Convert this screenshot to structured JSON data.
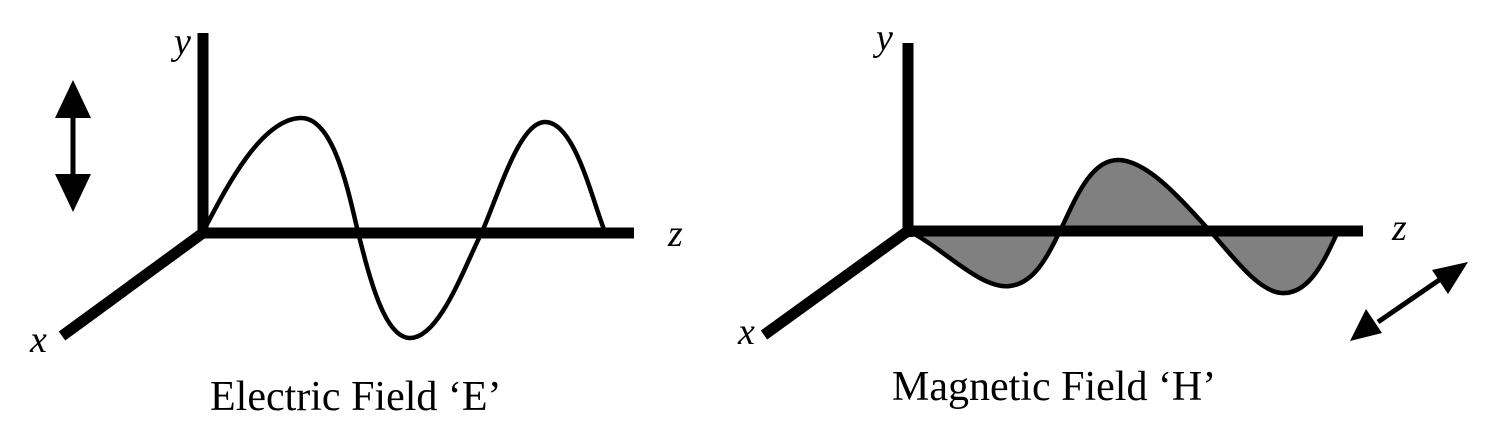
{
  "colors": {
    "ink": "#000000",
    "magnetic_fill": "#808080",
    "background": "#ffffff"
  },
  "electric_panel": {
    "axis_labels": {
      "y": "y",
      "z": "z",
      "x": "x"
    },
    "caption": "Electric Field ‘E’",
    "polarization_arrow": "vertical-double-arrow-icon"
  },
  "magnetic_panel": {
    "axis_labels": {
      "y": "y",
      "z": "z",
      "x": "x"
    },
    "caption": "Magnetic Field ‘H’",
    "polarization_arrow": "diagonal-double-arrow-icon"
  }
}
